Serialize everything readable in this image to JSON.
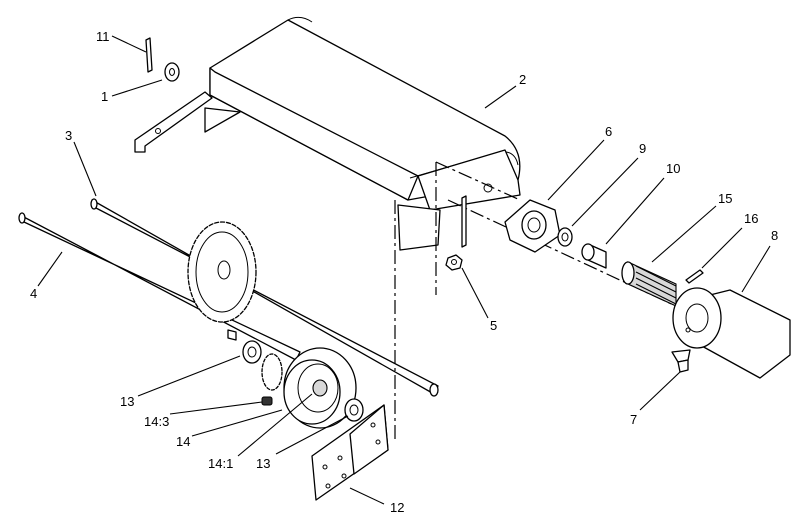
{
  "colors": {
    "line": "#000000",
    "background": "#ffffff"
  },
  "callouts": [
    {
      "id": "c11",
      "text": "11"
    },
    {
      "id": "c1",
      "text": "1"
    },
    {
      "id": "c2",
      "text": "2"
    },
    {
      "id": "c3",
      "text": "3"
    },
    {
      "id": "c4",
      "text": "4"
    },
    {
      "id": "c5",
      "text": "5"
    },
    {
      "id": "c6",
      "text": "6"
    },
    {
      "id": "c9",
      "text": "9"
    },
    {
      "id": "c10",
      "text": "10"
    },
    {
      "id": "c15",
      "text": "15"
    },
    {
      "id": "c16",
      "text": "16"
    },
    {
      "id": "c8",
      "text": "8"
    },
    {
      "id": "c7",
      "text": "7"
    },
    {
      "id": "c13a",
      "text": "13"
    },
    {
      "id": "c14_3",
      "text": "14:3"
    },
    {
      "id": "c14",
      "text": "14"
    },
    {
      "id": "c14_1",
      "text": "14:1"
    },
    {
      "id": "c13b",
      "text": "13"
    },
    {
      "id": "c12",
      "text": "12"
    }
  ]
}
